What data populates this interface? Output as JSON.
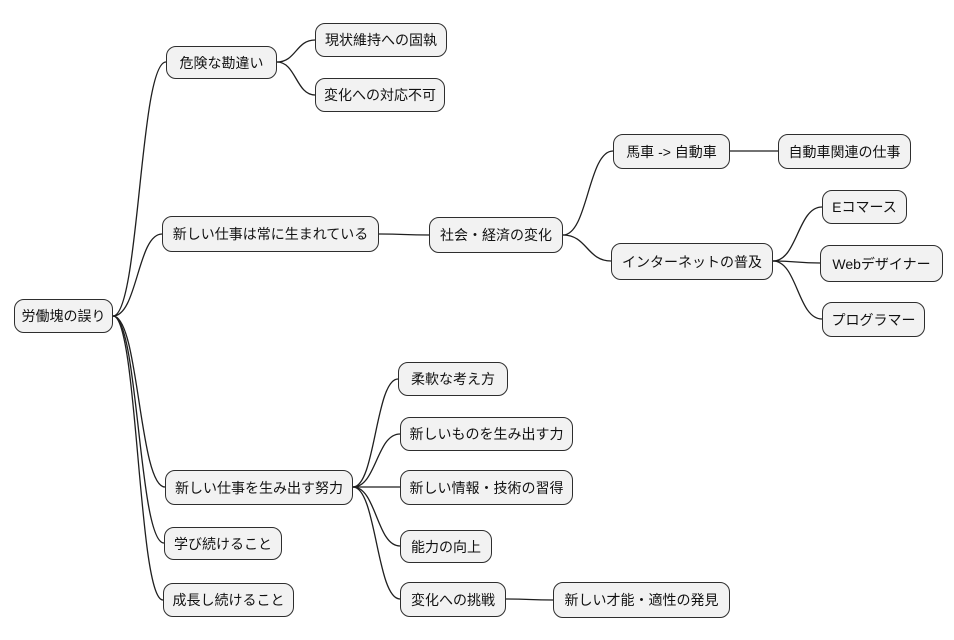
{
  "diagram": {
    "type": "mindmap",
    "title": "労働塊の誤り",
    "background_color": "#ffffff",
    "node_fill_color": "#f2f2f2",
    "node_border_color": "#2e2e2e",
    "edge_color": "#1f1f1f",
    "text_color": "#111111"
  },
  "nodes": [
    {
      "id": "root",
      "label": "労働塊の誤り",
      "parent": null
    },
    {
      "id": "dangerous-misbelief",
      "label": "危険な勘違い",
      "parent": "root"
    },
    {
      "id": "status-quo-fixation",
      "label": "現状維持への固執",
      "parent": "dangerous-misbelief"
    },
    {
      "id": "cannot-adapt",
      "label": "変化への対応不可",
      "parent": "dangerous-misbelief"
    },
    {
      "id": "new-jobs-always-born",
      "label": "新しい仕事は常に生まれている",
      "parent": "root"
    },
    {
      "id": "social-economic-change",
      "label": "社会・経済の変化",
      "parent": "new-jobs-always-born"
    },
    {
      "id": "horse-to-car",
      "label": "馬車 -> 自動車",
      "parent": "social-economic-change"
    },
    {
      "id": "car-related-jobs",
      "label": "自動車関連の仕事",
      "parent": "horse-to-car"
    },
    {
      "id": "internet-spread",
      "label": "インターネットの普及",
      "parent": "social-economic-change"
    },
    {
      "id": "ecommerce",
      "label": "Eコマース",
      "parent": "internet-spread"
    },
    {
      "id": "web-designer",
      "label": "Webデザイナー",
      "parent": "internet-spread"
    },
    {
      "id": "programmer",
      "label": "プログラマー",
      "parent": "internet-spread"
    },
    {
      "id": "effort-create-jobs",
      "label": "新しい仕事を生み出す努力",
      "parent": "root"
    },
    {
      "id": "flexible-thinking",
      "label": "柔軟な考え方",
      "parent": "effort-create-jobs"
    },
    {
      "id": "power-to-create",
      "label": "新しいものを生み出す力",
      "parent": "effort-create-jobs"
    },
    {
      "id": "learn-info-tech",
      "label": "新しい情報・技術の習得",
      "parent": "effort-create-jobs"
    },
    {
      "id": "improve-ability",
      "label": "能力の向上",
      "parent": "effort-create-jobs"
    },
    {
      "id": "challenge-change",
      "label": "変化への挑戦",
      "parent": "effort-create-jobs"
    },
    {
      "id": "discover-talent",
      "label": "新しい才能・適性の発見",
      "parent": "challenge-change"
    },
    {
      "id": "keep-learning",
      "label": "学び続けること",
      "parent": "root"
    },
    {
      "id": "keep-growing",
      "label": "成長し続けること",
      "parent": "root"
    }
  ]
}
